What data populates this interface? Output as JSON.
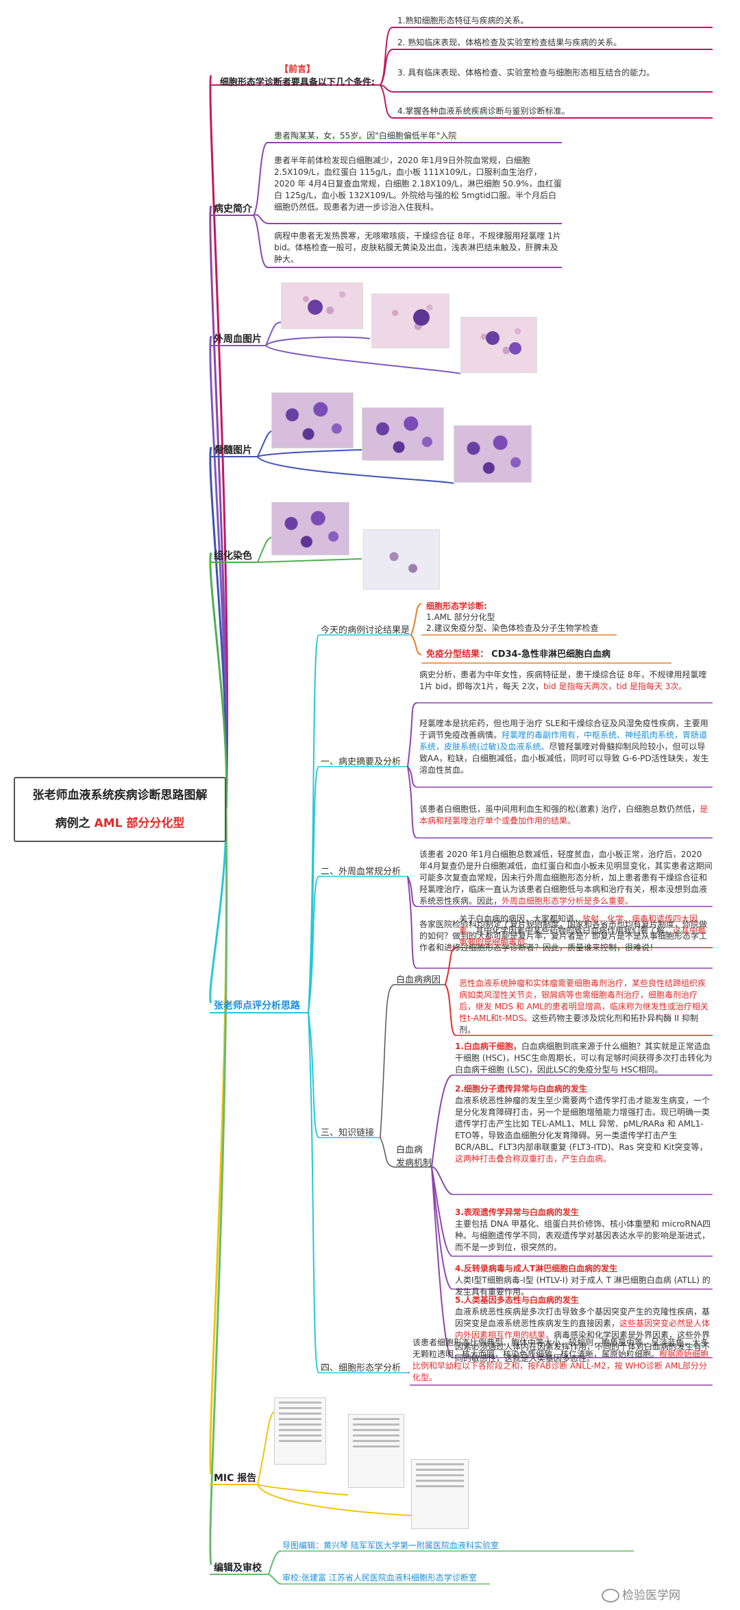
{
  "root": {
    "title": "张老师血液系统疾病诊断思路图解",
    "case_prefix": "病例之",
    "case_name": "AML 部分分化型"
  },
  "preface": {
    "label_top": "【前言】",
    "label": "细胞形态学诊断者要具备以下几个条件:",
    "items": [
      "1.熟知细胞形态特征与疾病的关系。",
      "2. 熟知临床表现、体格检查及实验室检查结果与疾病的关系。",
      "3. 具有临床表现、体格检查、实验室检查与细胞形态相互结合的能力。",
      "4.掌握各种血液系统疾病诊断与鉴别诊断标准。"
    ]
  },
  "history": {
    "label": "病史简介",
    "p1": "患者陶某某，女，55岁。因\"白细胞偏低半年\"入院",
    "p2": "患者半年前体检发现白细胞减少，2020 年1月9日外院血常规，白细胞 2.5X109/L，血红蛋白 115g/L，血小板 111X109/L，口服利血生治疗，2020 年 4月4日复查血常规，白细胞 2.18X109/L，淋巴细胞 50.9%，血红蛋白 125g/L，血小板 132X109/L。外院给与强的松 5mgtid口服。半个月后白细胞仍然低。现患者为进一步诊治入住我科。",
    "p3": "病程中患者无发热畏寒，无咳嗽咳痰，干燥综合征 8年，不规律服用羟氯喹 1片 bid。体格检查一般可，皮肤粘膜无黄染及出血，浅表淋巴结未触及，肝脾未及肿大。"
  },
  "peripheral": {
    "label": "外周血图片"
  },
  "marrow": {
    "label": "骨髓图片"
  },
  "histo": {
    "label": "组化染色"
  },
  "analysis": {
    "label": "张老师点评分析思路",
    "today": {
      "label": "今天的病例讨论结果是",
      "morph_title": "细胞形态学诊断:",
      "morph_1": "1.AML 部分分化型",
      "morph_2": "2.建议免疫分型、染色体检查及分子生物学检查",
      "immuno_label": "免疫分型结果：",
      "immuno_value": "CD34-急性非淋巴细胞白血病"
    },
    "s1": {
      "label": "一、病史摘要及分析",
      "a": "病史分析，患者为中年女性，疾病特征是，患干燥综合征 8年，不规律用羟氯喹 1片 bid，即每次1片，每天 2次，",
      "a_red": "bid 是指每天两次，tid 是指每天 3次。",
      "b1": "羟氯喹本是抗疟药，但也用于治疗 SLE和干燥综合征及风湿免疫性疾病，主要用于调节免疫改善病情。",
      "b_blue": "羟氯喹的毒副作用有，中枢系统、神经肌肉系统，胃肠道系统，皮肤系统(过敏)及血液系统。",
      "b2": "尽管羟氯喹对骨髓抑制风险较小，但可以导致AA，粒缺，白细胞减低，血小板减低，同时可以导致 G-6-PD活性缺失，发生溶血性贫血。",
      "c": "该患者白细胞低，虽中间用利血生和强的松(激素) 治疗，白细胞总数仍然低，",
      "c_red": "是本病和羟氯喹治疗单个或叠加作用的结果。"
    },
    "s2": {
      "label": "二、外周血常规分析",
      "a": "该患者 2020 年1月白细胞总数减低，轻度贫血，血小板正常，治疗后，2020 年4月复查仍是升白细胞减低，血红蛋白和血小板未见明显变化，其实患者这期间可能多次复查血常规，因未行外周血细胞形态分析，加上患者患有干燥综合征和羟氯喹治疗，临床一直认为该患者白细胞低与本病和治疗有关，根本没想到血液系统恶性疾病。因此，",
      "a_red": "外周血细胞形态学分析是多么重要。",
      "b": "各家医院检验科均制定了复片规则制度，国家和各省市也均有复片制度，你院做的如何？做到的大都可能是复片率，复片者是？即复片是不是从事细胞形态学工作者和进修过细胞形态学诊断者？因此，质量谁来控制，很难说！"
    },
    "s3": {
      "label": "三、知识链接",
      "etiology": {
        "label": "白血病病因",
        "a": "关于白血病的病因，大家都知道，",
        "a_red": "放射、化学、病毒和遗传四大因素。",
        "a2": "其中化学因素中某些药物的致白血病作用我们要了解，",
        "a_red2": "这其中最重要的是细胞毒剂。",
        "b_red": "恶性血液系统肿瘤和实体瘤需要细胞毒剂治疗，某些良性结蹄组织疾病如类风湿性关节炎，银屑病等也需细胞毒剂治疗，细胞毒剂治疗后，继发 MDS 和 AML的患者明显增高，临床称为继发性或治疗相关性t-AML和t-MDS。",
        "b2": "这些药物主要涉及烷化剂和拓扑异构酶 II 抑制剂。"
      },
      "mechanism": {
        "label1": "白血病",
        "label2": "发病机制",
        "m1_title": "1.白血病干细胞，",
        "m1": "白血病细胞到底来源于什么细胞？其实就是正常造血干细胞 (HSC)，HSC生命周期长，可以有足够时间获得多次打击转化为白血病干细胞 (LSC)，因此LSC的免疫分型与 HSC相同。",
        "m2_title": "2.细胞分子遗传异常与白血病的发生",
        "m2": "血液系统恶性肿瘤的发生至少需要两个遗传学打击才能发生病变，一个是分化发育障碍打击，另一个是细胞增殖能力增强打击。现已明确一类遗传学打击产生比如 TEL-AML1、MLL 异常、pML/RARa 和 AML1-ETO等，导致造血细胞分化发育障碍。另一类遗传学打击产生 BCR/ABL、FLT3内部串联重复 (FLT3-ITD)、Ras 突变和 Kit突变等，",
        "m2_red": "这两种打击叠合称双重打击，产生白血病。",
        "m3_title": "3.表观遗传学异常与白血病的发生",
        "m3": "主要包括 DNA 甲基化、组蛋白共价修饰、核小体重塑和 microRNA四种。与细胞遗传学不同，表观遗传学对基因表达水平的影响是渐进式，而不是一步到位，很突然的。",
        "m4_title": "4.反转录病毒与成人T淋巴细胞白血病的发生",
        "m4": "人类Ⅰ型T细胞病毒-Ⅰ型 (HTLV-Ⅰ) 对于成人 T 淋巴细胞白血病 (ATLL) 的发生具有重要作用。",
        "m5_title": "5.人类基因多态性与白血病的发生",
        "m5": "血液系统恶性疾病是多次打击导致多个基因突变产生的克隆性疾病，基因突变是血液系统恶性疾病发生的直接因素，",
        "m5_red": "这些基因突变必然是人体内外因素相互作用的结果。",
        "m5b": "病毒感染和化学因素是外界因素，这些外界因素必须通过人体内在因素发挥作用，不同的个体对白血病的发生有不同的敏感性，这就是人类基因多态性。"
      }
    },
    "s4": {
      "label": "四、细胞形态学分析",
      "a": "该患者细胞形态比例典型，胞体中等大小，较规则，胞质量中等，呈淡蓝色，大多无颗粒透明，核大而圆，核染色质细致，核仁清晰，属原始粒细胞。",
      "a_red": "根据原始细胞比例和早幼粒以下各阶段之和，按FAB诊断 ANLL-M2，按 WHO诊断 AML部分分化型。"
    }
  },
  "mic": {
    "label": "MIC 报告"
  },
  "editor": {
    "label": "编辑及审校",
    "line1": "导图编辑：黄兴琴  陆军军医大学第一附属医院血液科实验室",
    "line2": "审校:张建富  江苏省人民医院血液科细胞形态学诊断室"
  },
  "watermark": "检验医学网",
  "colors": {
    "preface": "#c2185b",
    "history": "#8e44ad",
    "peripheral": "#7e57c2",
    "marrow": "#3f51b5",
    "histo": "#4caf50",
    "analysis": "#26c6da",
    "mic": "#f1c40f",
    "editor": "#66bb6a",
    "red": "#e02b2b",
    "blue": "#1a8fd9"
  }
}
